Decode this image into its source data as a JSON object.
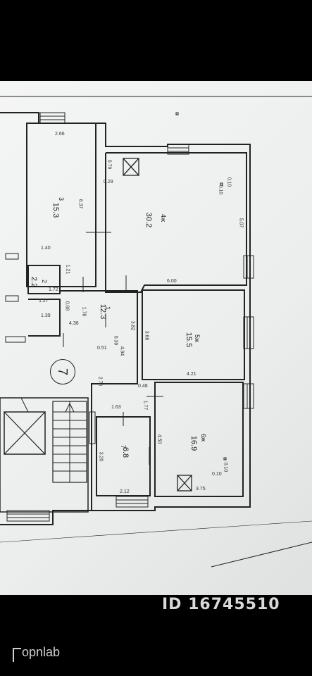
{
  "floorplan": {
    "rooms": [
      {
        "number": "3",
        "area": "15.3"
      },
      {
        "number": "4ж",
        "area": "30.2"
      },
      {
        "number": "2",
        "area": "2.2"
      },
      {
        "number": "1",
        "area": "12.3"
      },
      {
        "number": "5ж",
        "area": "15.5"
      },
      {
        "number": "6ж",
        "area": "16.9"
      },
      {
        "number": "7",
        "area": "6.8"
      }
    ],
    "dimensions": {
      "d266": "2.66",
      "d079": "0.79",
      "d029": "0.29",
      "d637": "6.37",
      "d010a": "0.10",
      "d010b": "0.10",
      "d507": "5.07",
      "d140": "1.40",
      "d121": "1.21",
      "d600": "6.00",
      "d172": "1.72",
      "d127": "1.27",
      "d068": "0.68",
      "d178": "1.78",
      "d436": "4.36",
      "d139": "1.39",
      "d382": "3.82",
      "d368": "3.68",
      "d039": "0.39",
      "d494": "4.94",
      "d051": "0.51",
      "d421": "4.21",
      "d276": "2.76",
      "d048": "0.48",
      "d163": "1.63",
      "d177": "1.77",
      "d450": "4.50",
      "d320": "3.20",
      "d010c": "0.10",
      "d010d": "0.10",
      "d212": "2.12",
      "d375": "3.75"
    },
    "stair_marker": "7"
  },
  "watermark": {
    "id_text": "ID 16745510",
    "brand": "opnlab"
  },
  "colors": {
    "background": "#000000",
    "paper": "#eef0f0",
    "lines": "#222222"
  }
}
